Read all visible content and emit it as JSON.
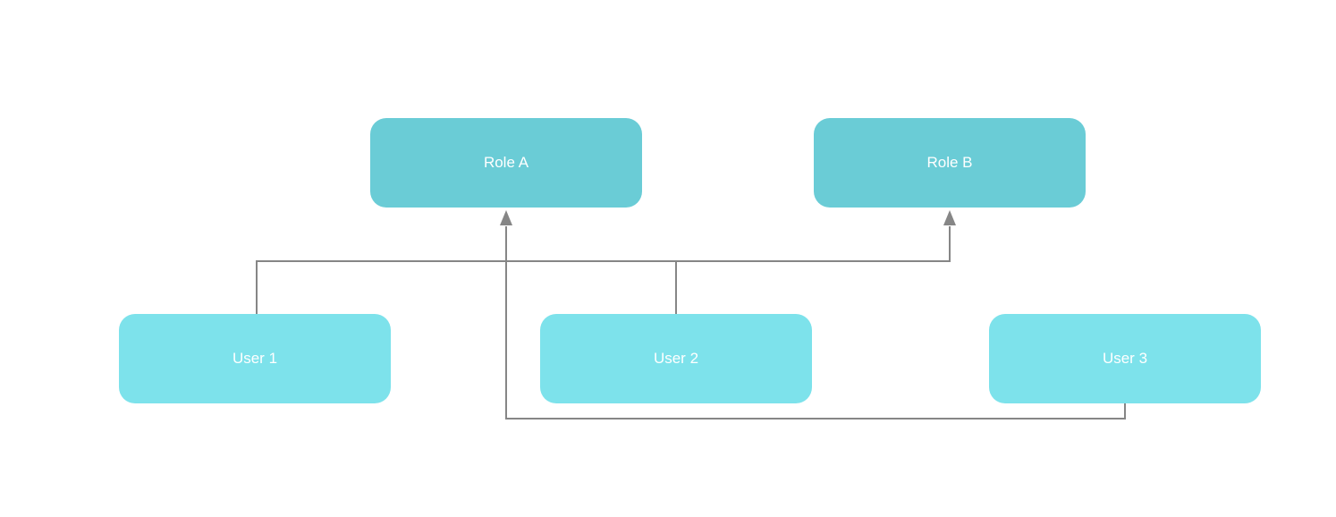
{
  "diagram": {
    "background_color": "#ffffff",
    "nodes": [
      {
        "id": "role-a",
        "label": "Role A",
        "type": "role"
      },
      {
        "id": "role-b",
        "label": "Role B",
        "type": "role"
      },
      {
        "id": "user-1",
        "label": "User 1",
        "type": "user"
      },
      {
        "id": "user-2",
        "label": "User 2",
        "type": "user"
      },
      {
        "id": "user-3",
        "label": "User 3",
        "type": "user"
      }
    ],
    "edges": [
      {
        "from": "User 1",
        "to": "Role B",
        "arrow_at": "to",
        "style": "orthogonal"
      },
      {
        "from": "User 2",
        "to": "Role B",
        "arrow_at": "to",
        "style": "orthogonal"
      },
      {
        "from": "User 3",
        "to": "Role A",
        "arrow_at": "to",
        "style": "orthogonal"
      }
    ],
    "colors": {
      "role_fill": "#6accd6",
      "user_fill": "#7de2eb",
      "connector": "#868686",
      "label_text": "#ffffff"
    }
  }
}
